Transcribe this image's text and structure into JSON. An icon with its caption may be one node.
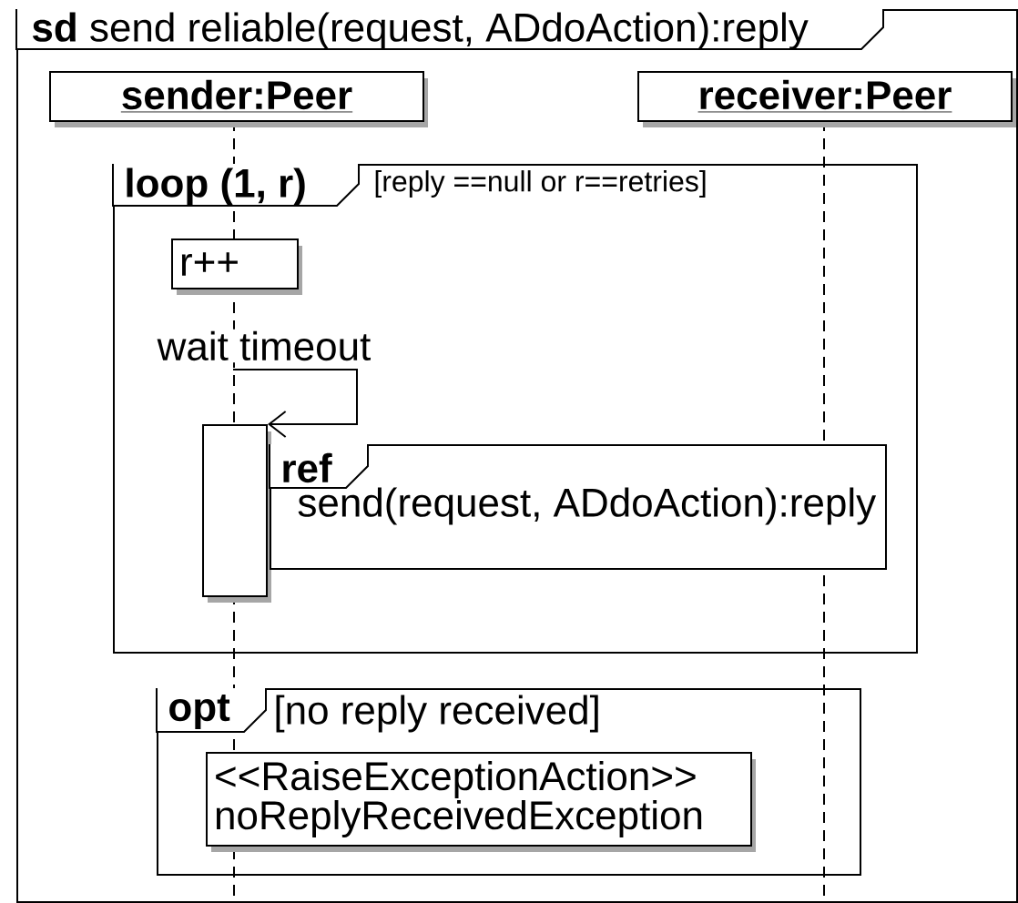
{
  "diagram": {
    "nodes": [
      {
        "text": [
          "**sd** send reliable(request, ADdoAction):reply"
        ]
      },
      {
        "text": [
          "sender:Peer"
        ],
        "in": 0
      },
      {
        "text": [
          "receiver:Peer"
        ],
        "in": 0
      },
      {
        "text": [
          "loop (1, r)",
          "[reply ==null or r==retries]"
        ],
        "in": 0
      },
      {
        "text": [
          "r++"
        ],
        "in": 3
      },
      {
        "text": [],
        "shape": "bar",
        "in": 3
      },
      {
        "text": [
          "ref",
          "send(request, ADdoAction):reply"
        ],
        "in": 3
      },
      {
        "text": [
          "opt",
          "[no reply received]"
        ],
        "in": 0
      },
      {
        "text": [
          "<<RaiseExceptionAction>> noReplyReceivedException"
        ],
        "in": 7
      }
    ],
    "edges": [
      {
        "from": null,
        "to": 5,
        "arrow": "to",
        "label": "wait timeout"
      }
    ]
  }
}
